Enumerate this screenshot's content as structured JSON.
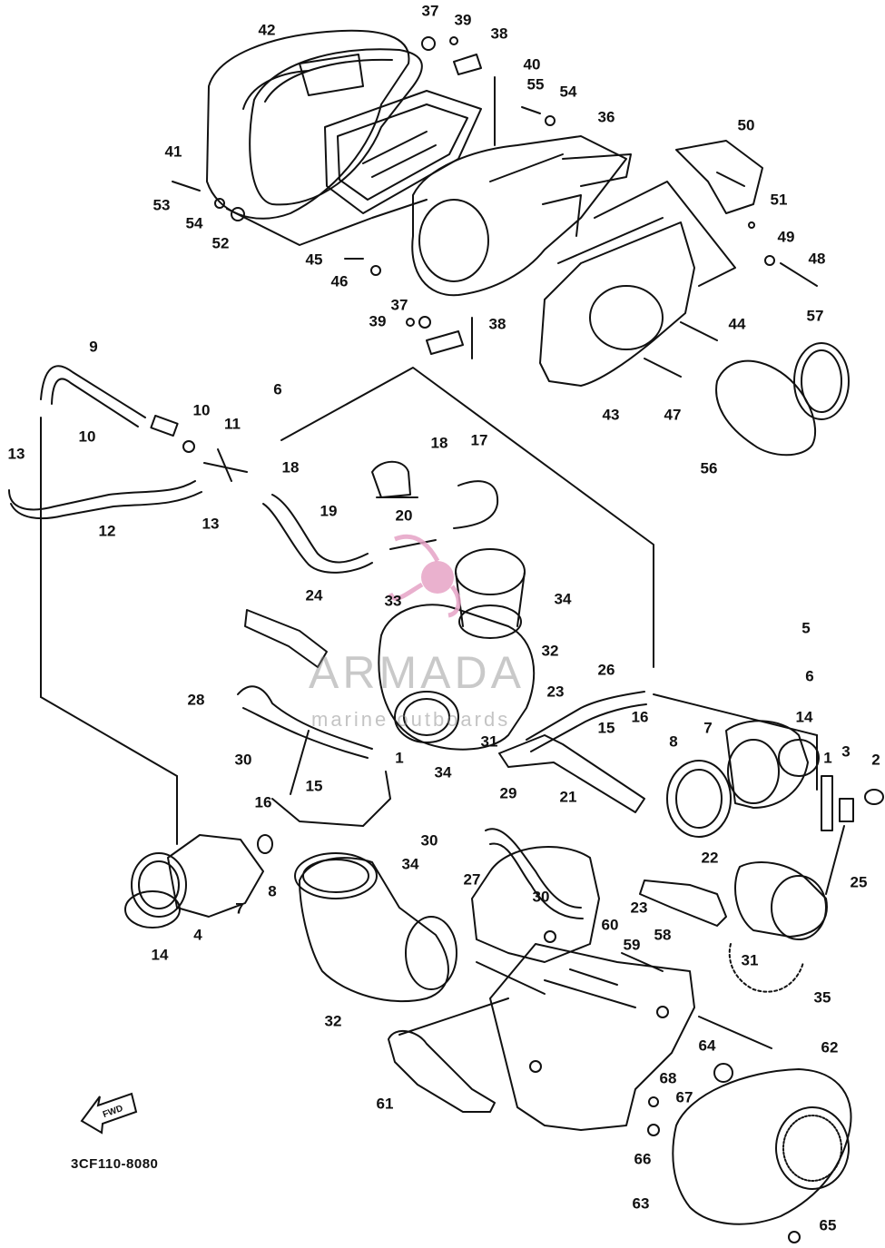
{
  "drawing_code": "3CF110-8080",
  "watermark": {
    "name": "ARMADA",
    "subtitle": "marine outboards"
  },
  "part_numbers": [
    "1",
    "2",
    "3",
    "4",
    "5",
    "6",
    "7",
    "8",
    "9",
    "10",
    "11",
    "12",
    "13",
    "14",
    "15",
    "16",
    "17",
    "18",
    "19",
    "20",
    "21",
    "22",
    "23",
    "24",
    "25",
    "26",
    "27",
    "28",
    "29",
    "30",
    "31",
    "32",
    "33",
    "34",
    "35",
    "36",
    "37",
    "38",
    "39",
    "40",
    "41",
    "42",
    "43",
    "44",
    "45",
    "46",
    "47",
    "48",
    "49",
    "50",
    "51",
    "52",
    "53",
    "54",
    "55",
    "56",
    "57",
    "58",
    "59",
    "60",
    "61",
    "62",
    "63",
    "64",
    "65",
    "66",
    "67",
    "68"
  ],
  "callouts": [
    {
      "id": "c37a",
      "text": "37"
    },
    {
      "id": "c39a",
      "text": "39"
    },
    {
      "id": "c38a",
      "text": "38"
    },
    {
      "id": "c42",
      "text": "42"
    },
    {
      "id": "c40",
      "text": "40"
    },
    {
      "id": "c55",
      "text": "55"
    },
    {
      "id": "c54a",
      "text": "54"
    },
    {
      "id": "c36",
      "text": "36"
    },
    {
      "id": "c50",
      "text": "50"
    },
    {
      "id": "c41",
      "text": "41"
    },
    {
      "id": "c51",
      "text": "51"
    },
    {
      "id": "c53",
      "text": "53"
    },
    {
      "id": "c54b",
      "text": "54"
    },
    {
      "id": "c52",
      "text": "52"
    },
    {
      "id": "c49",
      "text": "49"
    },
    {
      "id": "c48",
      "text": "48"
    },
    {
      "id": "c45",
      "text": "45"
    },
    {
      "id": "c46",
      "text": "46"
    },
    {
      "id": "c37b",
      "text": "37"
    },
    {
      "id": "c39b",
      "text": "39"
    },
    {
      "id": "c38b",
      "text": "38"
    },
    {
      "id": "c57",
      "text": "57"
    },
    {
      "id": "c44",
      "text": "44"
    },
    {
      "id": "c9",
      "text": "9"
    },
    {
      "id": "c6a",
      "text": "6"
    },
    {
      "id": "c43",
      "text": "43"
    },
    {
      "id": "c47",
      "text": "47"
    },
    {
      "id": "c10a",
      "text": "10"
    },
    {
      "id": "c10b",
      "text": "10"
    },
    {
      "id": "c11",
      "text": "11"
    },
    {
      "id": "c13a",
      "text": "13"
    },
    {
      "id": "c18a",
      "text": "18"
    },
    {
      "id": "c17",
      "text": "17"
    },
    {
      "id": "c56",
      "text": "56"
    },
    {
      "id": "c18b",
      "text": "18"
    },
    {
      "id": "c12",
      "text": "12"
    },
    {
      "id": "c13b",
      "text": "13"
    },
    {
      "id": "c19",
      "text": "19"
    },
    {
      "id": "c20",
      "text": "20"
    },
    {
      "id": "c33",
      "text": "33"
    },
    {
      "id": "c34a",
      "text": "34"
    },
    {
      "id": "c24",
      "text": "24"
    },
    {
      "id": "c5",
      "text": "5"
    },
    {
      "id": "c32a",
      "text": "32"
    },
    {
      "id": "c6b",
      "text": "6"
    },
    {
      "id": "c28",
      "text": "28"
    },
    {
      "id": "c23a",
      "text": "23"
    },
    {
      "id": "c26",
      "text": "26"
    },
    {
      "id": "c16a",
      "text": "16"
    },
    {
      "id": "c14a",
      "text": "14"
    },
    {
      "id": "c15a",
      "text": "15"
    },
    {
      "id": "c7a",
      "text": "7"
    },
    {
      "id": "c8a",
      "text": "8"
    },
    {
      "id": "c3",
      "text": "3"
    },
    {
      "id": "c2",
      "text": "2"
    },
    {
      "id": "c30a",
      "text": "30"
    },
    {
      "id": "c31a",
      "text": "31"
    },
    {
      "id": "c34b",
      "text": "34"
    },
    {
      "id": "c21",
      "text": "21"
    },
    {
      "id": "c1a",
      "text": "1"
    },
    {
      "id": "c1b",
      "text": "1"
    },
    {
      "id": "c15b",
      "text": "15"
    },
    {
      "id": "c29",
      "text": "29"
    },
    {
      "id": "c16b",
      "text": "16"
    },
    {
      "id": "c30b",
      "text": "30"
    },
    {
      "id": "c34c",
      "text": "34"
    },
    {
      "id": "c22",
      "text": "22"
    },
    {
      "id": "c8b",
      "text": "8"
    },
    {
      "id": "c7b",
      "text": "7"
    },
    {
      "id": "c27",
      "text": "27"
    },
    {
      "id": "c25",
      "text": "25"
    },
    {
      "id": "c4",
      "text": "4"
    },
    {
      "id": "c14b",
      "text": "14"
    },
    {
      "id": "c30c",
      "text": "30"
    },
    {
      "id": "c23b",
      "text": "23"
    },
    {
      "id": "c60",
      "text": "60"
    },
    {
      "id": "c58",
      "text": "58"
    },
    {
      "id": "c59",
      "text": "59"
    },
    {
      "id": "c31b",
      "text": "31"
    },
    {
      "id": "c32b",
      "text": "32"
    },
    {
      "id": "c35",
      "text": "35"
    },
    {
      "id": "c62",
      "text": "62"
    },
    {
      "id": "c64",
      "text": "64"
    },
    {
      "id": "c61",
      "text": "61"
    },
    {
      "id": "c68",
      "text": "68"
    },
    {
      "id": "c67",
      "text": "67"
    },
    {
      "id": "c66",
      "text": "66"
    },
    {
      "id": "c63",
      "text": "63"
    },
    {
      "id": "c65",
      "text": "65"
    }
  ],
  "fwd_label": "FWD",
  "colors": {
    "ink": "#111111",
    "paper": "#ffffff",
    "watermark_pink": "#e6a3c6",
    "watermark_gray": "#8a8a8a"
  },
  "icons": {
    "direction_arrow": "fwd-arrow-icon",
    "logo": "armada-propeller-logo"
  }
}
